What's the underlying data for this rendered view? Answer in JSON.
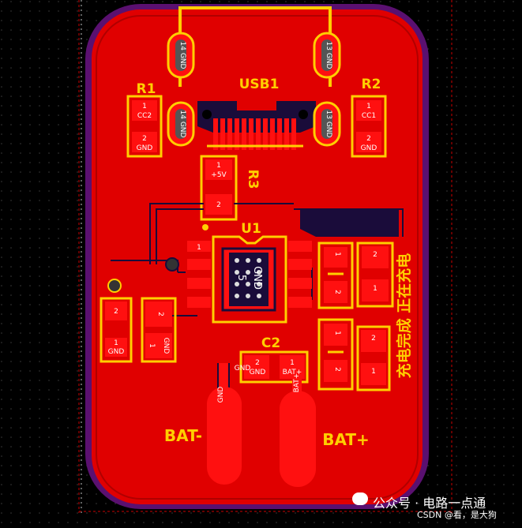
{
  "colors": {
    "background": "#000000",
    "board_copper": "#e00000",
    "board_edge": "#5a1070",
    "silkscreen": "#ffcf00",
    "pad": "#ff1010",
    "dark_copper": "#1a0c3a"
  },
  "labels": {
    "usb": "USB1",
    "r1": "R1",
    "r2": "R2",
    "r3": "R3",
    "u1": "U1",
    "c2": "C2",
    "bat_minus": "BAT-",
    "bat_plus": "BAT+",
    "led_text": "充电完成 正在充电"
  },
  "pads": {
    "usb_hole_tl": "14\nGND",
    "usb_hole_tr": "13\nGND",
    "usb_hole_bl": "14\nGND",
    "usb_hole_br": "13\nGND",
    "r1_top_num": "1",
    "r1_top_net": "CC2",
    "r1_bot_num": "2",
    "r1_bot_net": "GND",
    "r2_top_num": "1",
    "r2_top_net": "CC1",
    "r2_bot_num": "2",
    "r2_bot_net": "GND",
    "r3_top_num": "1",
    "r3_top_net": "+5V",
    "r3_bot_num": "2",
    "u1_pad_num": "1",
    "u1_center": "GND",
    "u1_center_num": "5",
    "left_cap_top_num": "2",
    "left_cap_bot_num": "1",
    "left_cap_bot_net": "GND",
    "left_cap2_top_num": "2",
    "left_cap2_bot_num": "1",
    "left_cap2_bot_net": "GND",
    "c2_left_num": "2",
    "c2_left_net": "GND",
    "c2_right_num": "1",
    "c2_right_net": "BAT+",
    "bat_minus_net": "GND",
    "bat_plus_net": "BAT+",
    "led1_num": "1",
    "led2_num": "2",
    "led_r_top_num": "2",
    "led_r_mid_num": "1",
    "led_r_low_num": "2",
    "led_r_bot_num": "1",
    "led_c1_num": "1",
    "led_c2_num": "2"
  },
  "watermark": {
    "line1": "公众号 · 电路一点通",
    "line2": "CSDN @看，是大狗"
  }
}
